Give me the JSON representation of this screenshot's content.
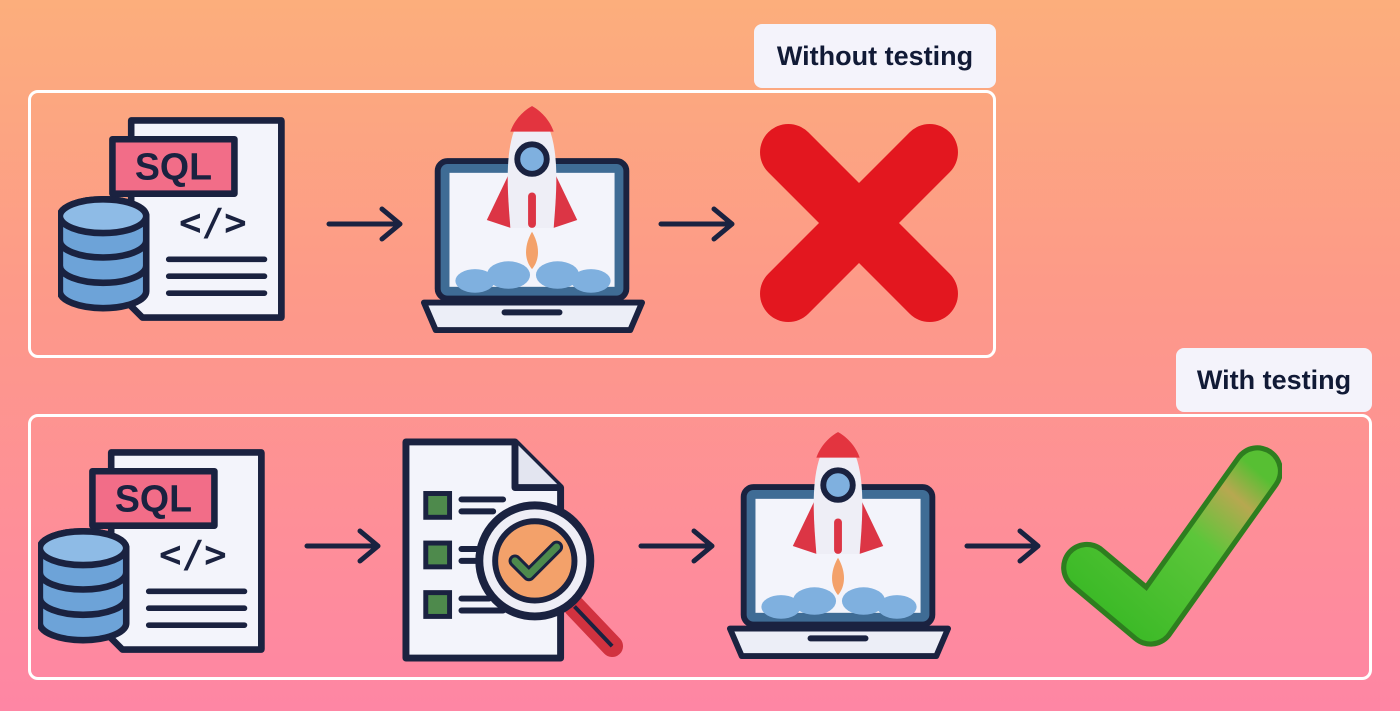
{
  "sections": {
    "without": {
      "label": "Without testing",
      "flow": [
        "sql-document-icon",
        "rocket-laptop-icon",
        "red-cross-icon"
      ]
    },
    "with": {
      "label": "With testing",
      "flow": [
        "sql-document-icon",
        "checklist-magnifier-icon",
        "rocket-laptop-icon",
        "green-checkmark-icon"
      ]
    }
  },
  "icon_text": {
    "sql": "SQL",
    "code": "</>"
  },
  "colors": {
    "background_top": "#fcae7c",
    "background_bottom": "#fe86a4",
    "panel_border": "#ffffff",
    "label_bg": "#f4f3fb",
    "ink": "#1a2240",
    "fail": "#e3171f",
    "pass": "#3fbd2a",
    "db_blue": "#6da3d8",
    "sql_pink": "#f26d88"
  }
}
